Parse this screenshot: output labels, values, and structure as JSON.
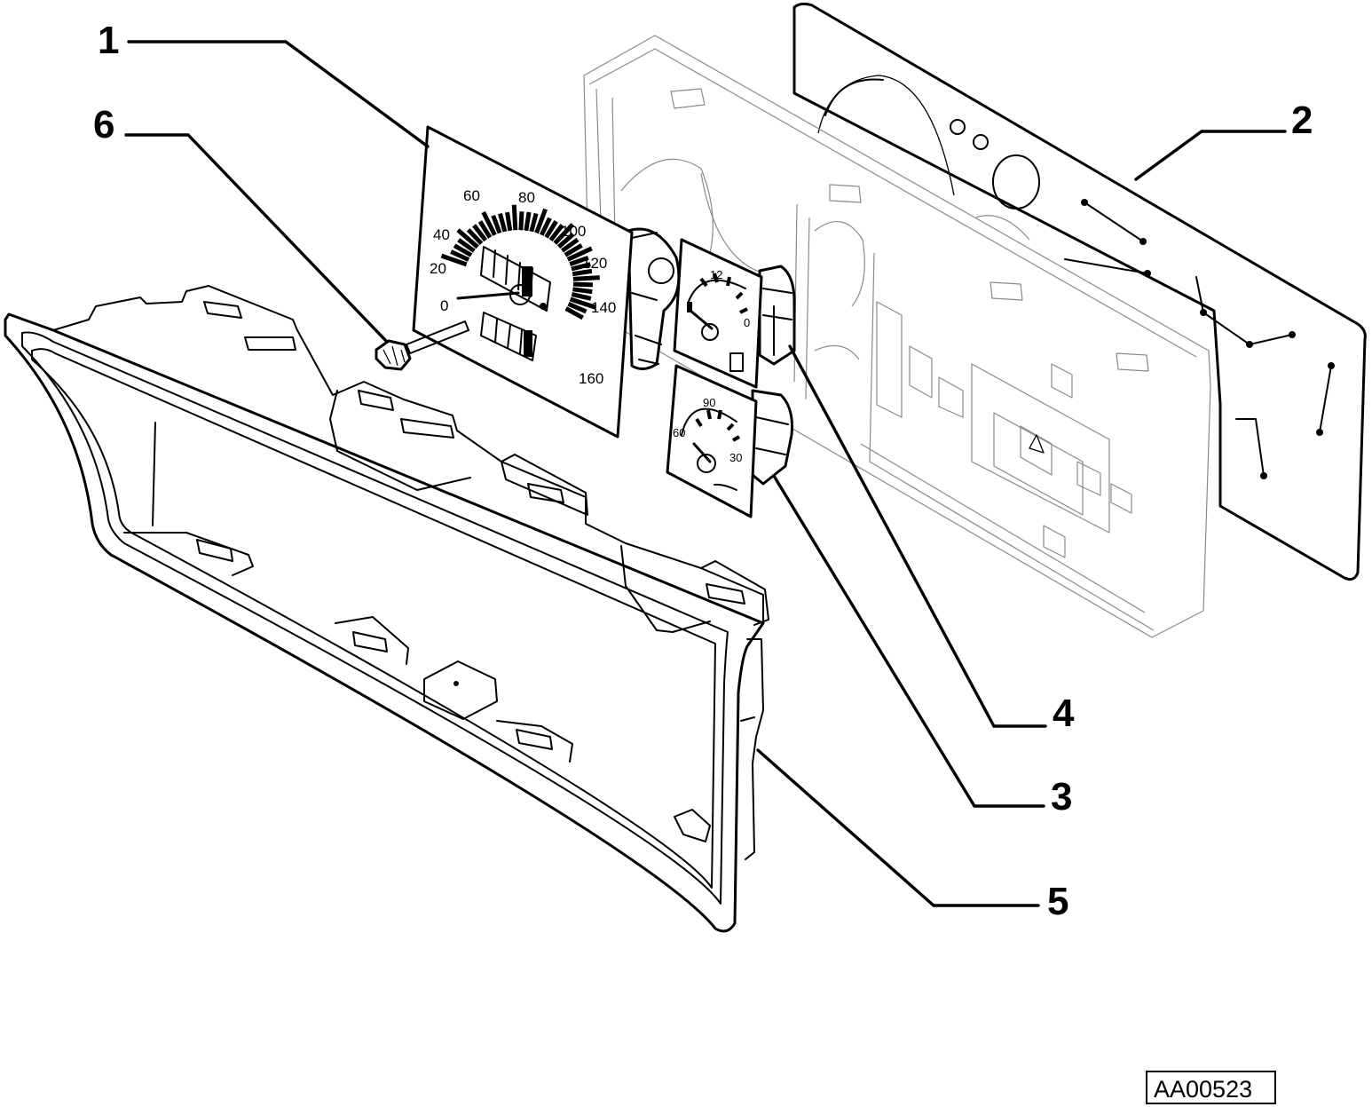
{
  "callouts": {
    "c1": "1",
    "c2": "2",
    "c3": "3",
    "c4": "4",
    "c5": "5",
    "c6": "6"
  },
  "speedometer_scale": [
    "0",
    "20",
    "40",
    "60",
    "80",
    "100",
    "120",
    "140",
    "160"
  ],
  "temp_gauge_scale": [
    "90",
    "60",
    "30"
  ],
  "fuel_gauge_scale": [
    "12",
    "0"
  ],
  "reference_code": "AA00523",
  "colors": {
    "line": "#000000",
    "background": "#ffffff",
    "faint_line": "#8a8a8a"
  }
}
